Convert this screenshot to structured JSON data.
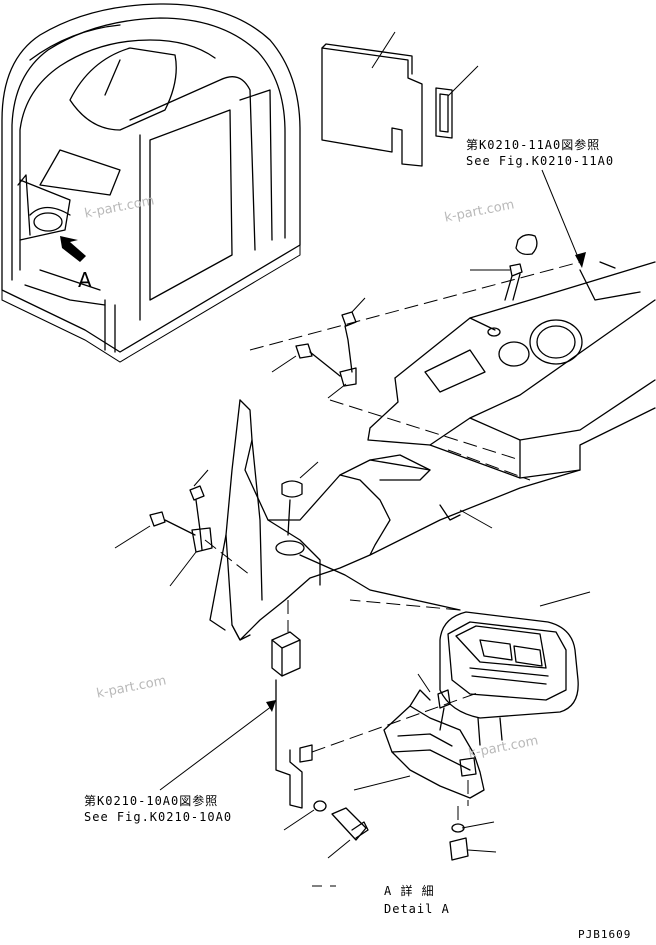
{
  "labels": {
    "ref_top_jp": "第K0210-11A0図参照",
    "ref_top_en": "See Fig.K0210-11A0",
    "ref_bottom_jp": "第K0210-10A0図参照",
    "ref_bottom_en": "See Fig.K0210-10A0",
    "view_letter": "A",
    "detail_jp": "A 詳 細",
    "detail_en": "Detail A",
    "drawing_code": "PJB1609"
  },
  "watermarks": [
    "k-part.com",
    "k-part.com",
    "k-part.com",
    "k-part.com"
  ]
}
